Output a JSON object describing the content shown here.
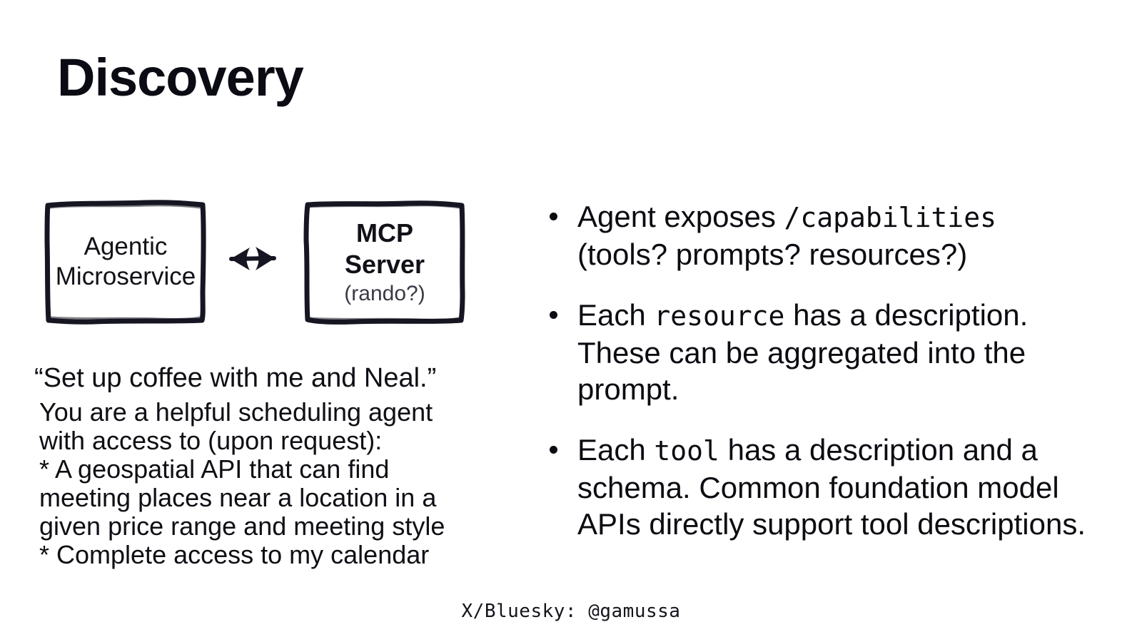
{
  "slide": {
    "title": "Discovery",
    "background_color": "#ffffff",
    "ink_color": "#0b0b14"
  },
  "diagram": {
    "boxes": [
      {
        "id": "agentic-microservice",
        "line1": "Agentic",
        "line2": "Microservice",
        "bold": false
      },
      {
        "id": "mcp-server",
        "line1": "MCP",
        "line2": "Server",
        "sublabel": "(rando?)",
        "bold": true
      }
    ],
    "connector": {
      "type": "double-headed-arrow",
      "style": "hand-drawn"
    }
  },
  "prompt": {
    "quote": "“Set up coffee with me and Neal.”",
    "lines": [
      "You are a helpful scheduling agent",
      "with access to (upon request):",
      "* A geospatial API that can find",
      "meeting places near a location in a",
      "given price range and meeting style",
      "* Complete access to my calendar"
    ]
  },
  "bullets": [
    {
      "id": "capabilities",
      "parts": [
        {
          "text": "Agent exposes ",
          "mono": false
        },
        {
          "text": "/capabilities",
          "mono": true
        },
        {
          "text": " (tools? prompts? resources?)",
          "mono": false
        }
      ]
    },
    {
      "id": "resource",
      "parts": [
        {
          "text": "Each ",
          "mono": false
        },
        {
          "text": "resource",
          "mono": true
        },
        {
          "text": " has a description. These can be aggregated into the prompt.",
          "mono": false
        }
      ]
    },
    {
      "id": "tool",
      "parts": [
        {
          "text": "Each ",
          "mono": false
        },
        {
          "text": "tool",
          "mono": true
        },
        {
          "text": " has a description and a schema. Common foundation model APIs directly support tool descriptions.",
          "mono": false
        }
      ]
    }
  ],
  "footer": {
    "handle": "X/Bluesky: @gamussa"
  }
}
